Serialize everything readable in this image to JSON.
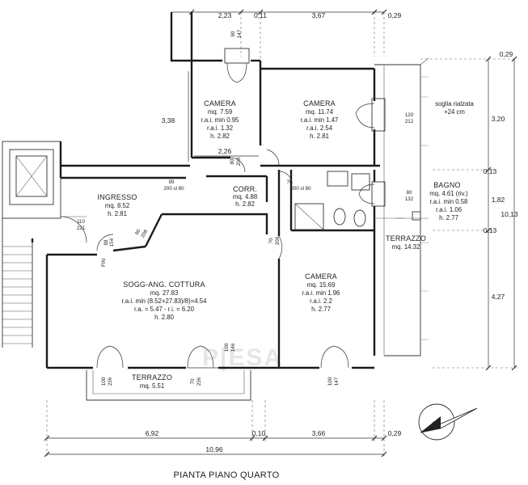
{
  "title": "PIANTA PIANO  QUARTO",
  "watermark": "P|ESA",
  "rooms": [
    {
      "name": "CAMERA",
      "lines": [
        "mq. 7.59",
        "r.a.i. min 0.95",
        "r.a.i. 1.32",
        "h. 2.82"
      ]
    },
    {
      "name": "CAMERA",
      "lines": [
        "mq. 11.74",
        "r.a.i. min 1.47",
        "r.a.i. 2.54",
        "h. 2.81"
      ]
    },
    {
      "name": "INGRESSO",
      "lines": [
        "mq. 8.52",
        "h. 2.81"
      ]
    },
    {
      "name": "CORR.",
      "lines": [
        "mq. 4.88",
        "h. 2.82"
      ]
    },
    {
      "name": "BAGNO",
      "lines": [
        "mq. 4.61 (riv.)",
        "r.a.i. min 0.58",
        "r.a.i. 1.06",
        "h. 2.77"
      ]
    },
    {
      "name": "TERRAZZO",
      "lines": [
        "mq. 14.32"
      ]
    },
    {
      "name": "SOGG-ANG. COTTURA",
      "lines": [
        "mq. 27.83",
        "r.a.i. min (8.52+27.83)/8)=4.54",
        "r.a. = 5.47 - r.i. = 6.20",
        "h. 2.80"
      ]
    },
    {
      "name": "CAMERA",
      "lines": [
        "mq. 15.69",
        "r.a.i. min 1.96",
        "r.a.i. 2.2",
        "h. 2.77"
      ]
    },
    {
      "name": "TERRAZZO",
      "lines": [
        "mq. 5.51"
      ]
    }
  ],
  "notes": {
    "soglia": "soglia rialzata",
    "soglia_h": "+24 cm",
    "fin": "FIN"
  },
  "dims_top": [
    "2,23",
    "0,11",
    "3,67",
    "0,29"
  ],
  "dims_bottom": [
    "6,92",
    "0,10",
    "3,66",
    "0,29"
  ],
  "dim_total_bottom": "10,96",
  "dims_right": [
    "0,29",
    "3,20",
    "0,13",
    "1,82",
    "0,13",
    "4,27"
  ],
  "dim_total_right": "10,13",
  "dims_interior": {
    "left_338": "3,38",
    "mid_226": "2,26"
  },
  "openings": {
    "o1": [
      "90",
      "147"
    ],
    "o2": [
      "120",
      "212"
    ],
    "o3": [
      "80",
      "132"
    ],
    "o4": [
      "99",
      "200 sl 80"
    ],
    "o5": [
      "80",
      "200"
    ],
    "o6": [
      "70",
      "200 sl 80"
    ],
    "o7": [
      "110",
      "221"
    ],
    "o8": [
      "88",
      "154"
    ],
    "o9": [
      "80",
      "208"
    ],
    "o10": [
      "70",
      "200"
    ],
    "o11": [
      "100",
      "236"
    ],
    "o12": [
      "70",
      "236"
    ],
    "o13": [
      "100",
      "146"
    ],
    "o14": [
      "100",
      "147"
    ]
  },
  "compass": "N"
}
